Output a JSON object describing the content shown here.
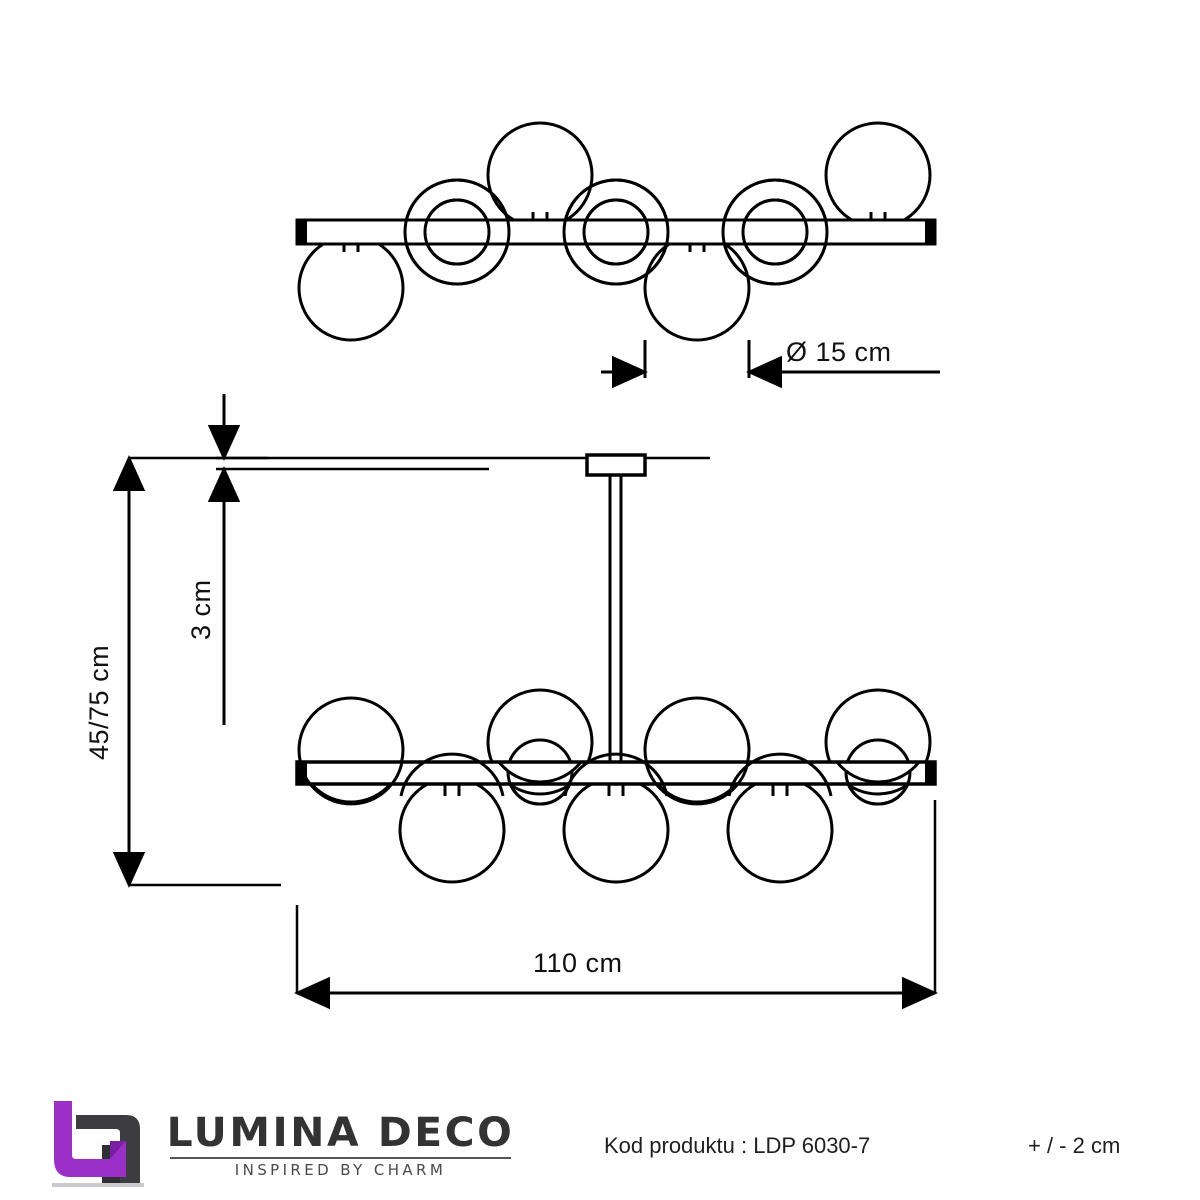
{
  "product": {
    "code_label": "Kod produktu : LDP 6030-7",
    "tolerance": "+ / - 2 cm"
  },
  "brand": {
    "name": "LUMINA DECO",
    "tagline": "INSPIRED BY CHARM",
    "mark_purple": "#9B30C8",
    "mark_dark": "#3C3C41"
  },
  "dimensions": {
    "globe_diameter": "Ø 15 cm",
    "total_width": "110 cm",
    "total_height": "45/75 cm",
    "canopy_drop": "3 cm"
  },
  "drawing": {
    "line_color": "#000000",
    "background": "#ffffff",
    "views": [
      {
        "name": "top-view",
        "globe_count": 7,
        "bar_length_cm": 110
      },
      {
        "name": "front-view",
        "globe_count": 7,
        "bar_length_cm": 110
      }
    ]
  }
}
